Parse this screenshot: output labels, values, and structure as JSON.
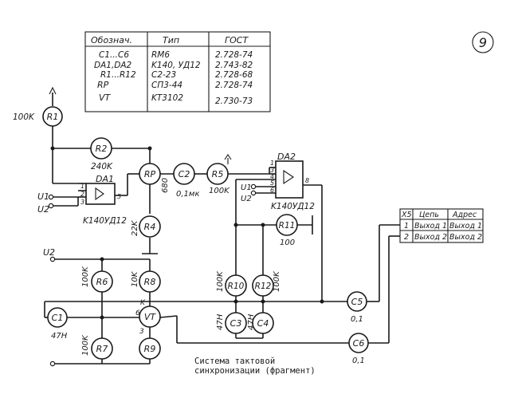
{
  "page_number": "9",
  "bom_table": {
    "headers": [
      "Обознач.",
      "Тип",
      "ГОСТ"
    ],
    "rows": [
      [
        "C1...C6",
        "RM6",
        "2.728-74"
      ],
      [
        "DA1,DA2",
        "K140, УД12",
        "2.743-82"
      ],
      [
        "R1...R12",
        "C2-23",
        "2.728-68"
      ],
      [
        "RP",
        "СП3-44",
        "2.728-74"
      ],
      [
        "VT",
        "KT3102",
        "2.730-73"
      ]
    ]
  },
  "components": {
    "R1": "R1",
    "R1_value": "100K",
    "R2": "R2",
    "R2_value": "240K",
    "RP": "RP",
    "RP_value": "680",
    "C2": "C2",
    "C2_value": "0,1мк",
    "R5": "R5",
    "R5_value": "100K",
    "R4": "R4",
    "R4_value": "22K",
    "R11": "R11",
    "R11_value": "100",
    "R6": "R6",
    "R6_value": "100K",
    "R7": "R7",
    "R7_value": "100K",
    "R8": "R8",
    "R8_value": "10K",
    "R9": "R9",
    "R10": "R10",
    "R10_value": "100K",
    "R12": "R12",
    "R12_value": "100K",
    "C1": "C1",
    "C1_value": "47H",
    "C3": "C3",
    "C3_value": "47H",
    "C4": "C4",
    "C4_value": "47H",
    "C5": "C5",
    "C5_value": "0,1",
    "C6": "C6",
    "C6_value": "0,1",
    "VT": "VT"
  },
  "chips": {
    "DA1": {
      "name": "DA1",
      "type": "K140УД12",
      "pins": [
        "1",
        "2",
        "3",
        "5"
      ]
    },
    "DA2": {
      "name": "DA2",
      "type": "K140УД12",
      "pins": [
        "1",
        "3",
        "4",
        "5",
        "6",
        "8"
      ]
    }
  },
  "vt_pins": [
    "K",
    "6",
    "3"
  ],
  "signals": {
    "u1": "U1",
    "u2": "U2",
    "u2b": "U2",
    "u1b": "U1",
    "u2c": "U2"
  },
  "connector_table": {
    "headers": [
      "X5",
      "Цепь",
      "Адрес"
    ],
    "rows": [
      [
        "1",
        "Выход 1",
        "Выход 1"
      ],
      [
        "2",
        "Выход 2",
        "Выход 2"
      ]
    ]
  },
  "caption": [
    "Система тактовой",
    "синхронизации (фрагмент)"
  ]
}
